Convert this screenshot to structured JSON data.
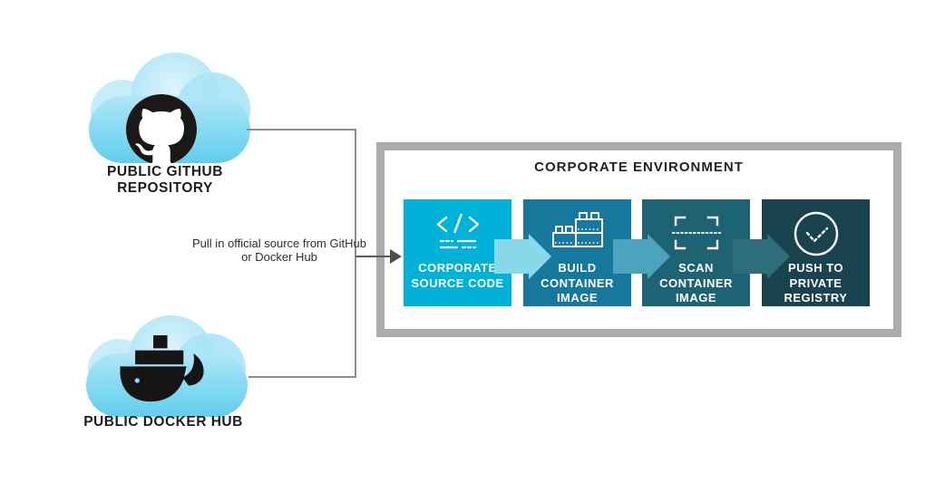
{
  "diagram": {
    "sources": [
      {
        "label": "PUBLIC GITHUB REPOSITORY",
        "icon": "github-octocat-icon"
      },
      {
        "label": "PUBLIC DOCKER HUB",
        "icon": "docker-whale-icon"
      }
    ],
    "connector_note": "Pull in official source from GitHub or Docker Hub",
    "corporate": {
      "title": "CORPORATE ENVIRONMENT",
      "steps": [
        {
          "label": "CORPORATE SOURCE CODE",
          "icon": "code-icon",
          "color": "#00b1d8"
        },
        {
          "label": "BUILD CONTAINER IMAGE",
          "icon": "container-blocks-icon",
          "color": "#16789d"
        },
        {
          "label": "SCAN CONTAINER IMAGE",
          "icon": "scan-frame-icon",
          "color": "#1e6374"
        },
        {
          "label": "PUSH TO PRIVATE REGISTRY",
          "icon": "check-circle-icon",
          "color": "#1a4350"
        }
      ]
    },
    "colors": {
      "cloud_blue": "#8adcf3",
      "connector_gray": "#8d8d8d",
      "corporate_border_gray": "#acacac",
      "chevron_1": "#87d8e9",
      "chevron_2": "#4ba3bd",
      "chevron_3": "#2e6e7c",
      "text_dark": "#1c1c1c",
      "step_text": "#ffffff"
    }
  }
}
